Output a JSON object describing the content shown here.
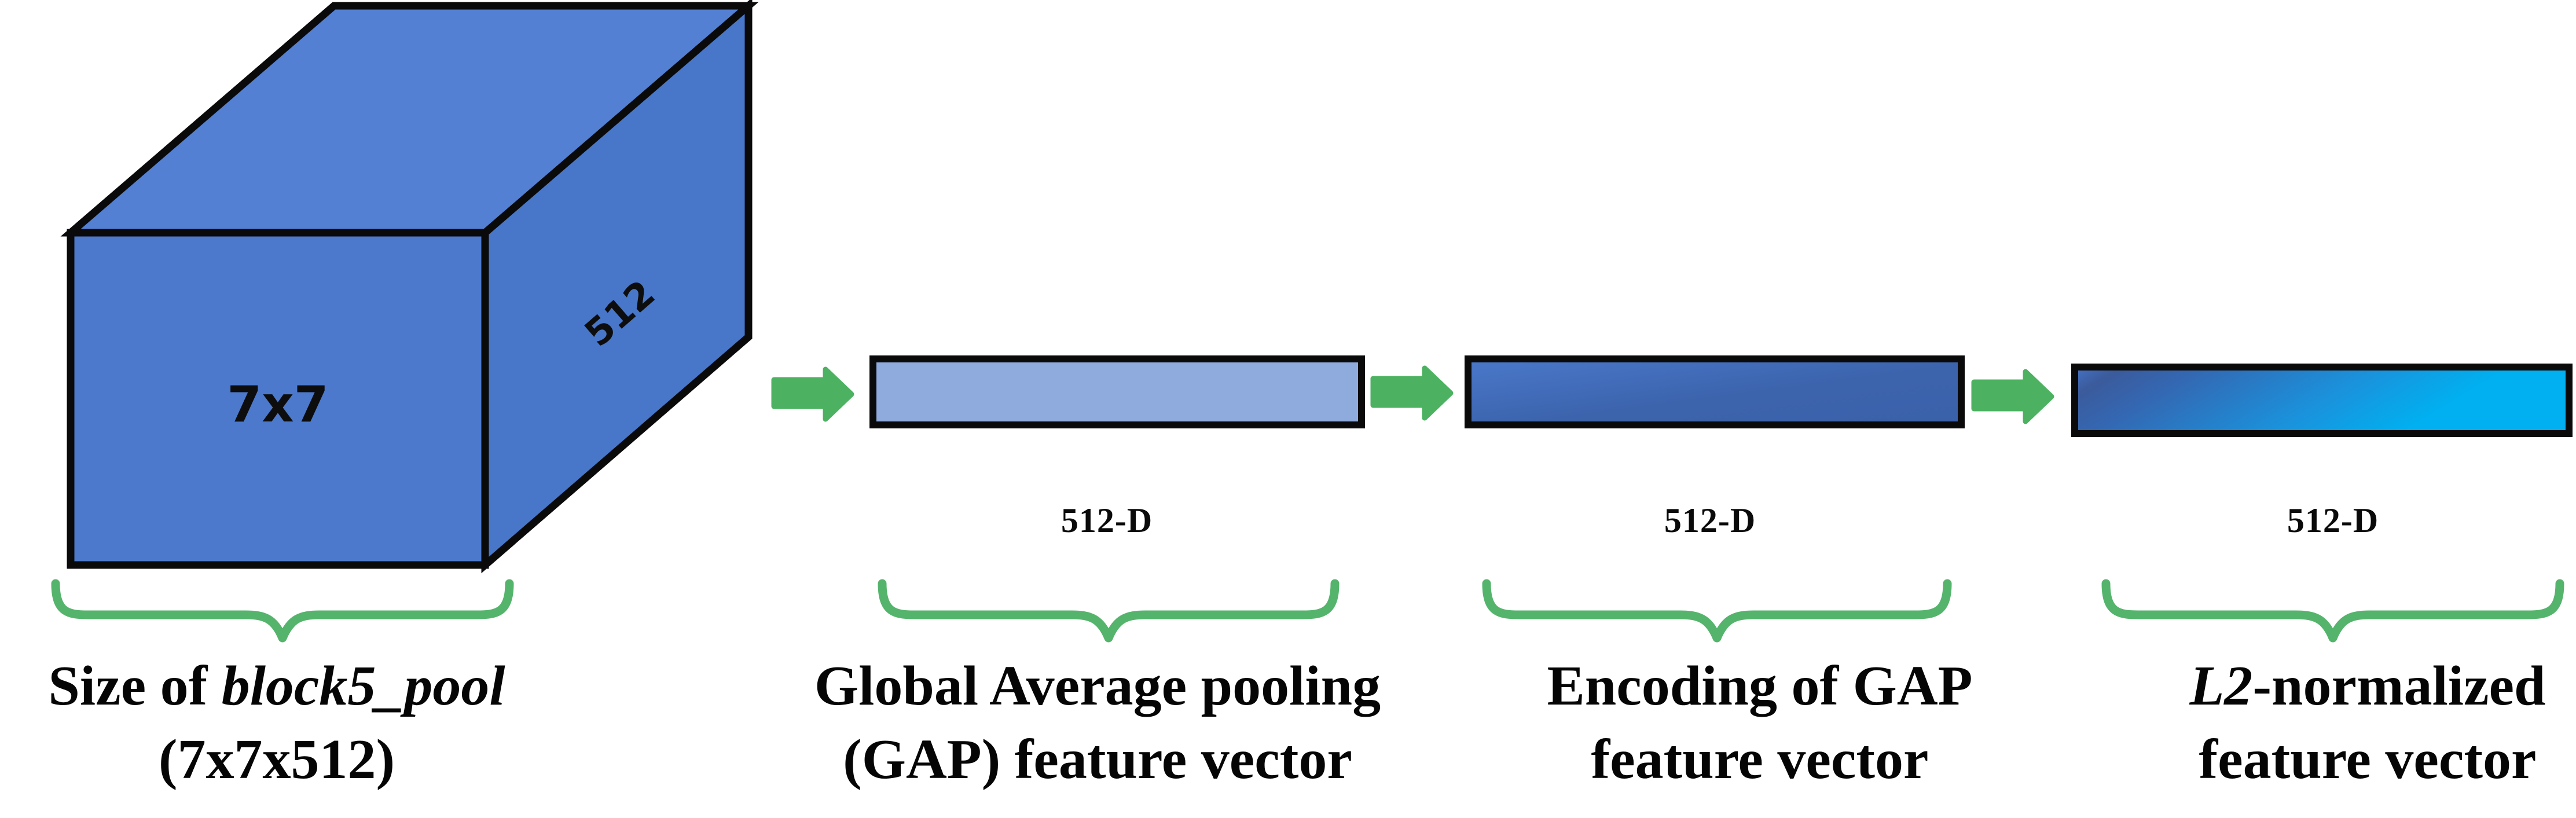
{
  "figure": {
    "cube": {
      "face_label": "7x7",
      "depth_label": "512",
      "caption_prefix": "Size of ",
      "caption_italic": "block5_pool",
      "caption_line2": "(7x7x512)"
    },
    "vectors": [
      {
        "dim": "512-D",
        "caption_line1": "Global Average pooling",
        "caption_line2": "(GAP) feature vector"
      },
      {
        "dim": "512-D",
        "caption_line1": "Encoding of GAP",
        "caption_line2": "feature vector"
      },
      {
        "dim": "512-D",
        "caption_line1_italic": "L2",
        "caption_line1_rest": "-normalized",
        "caption_line2": "feature vector"
      }
    ],
    "colors": {
      "cube_blue": "#4C79CB",
      "gap_vector_fill": "#8FAADC",
      "encoded_vector_gradient_start": "#4A78CA",
      "encoded_vector_gradient_end": "#3A61AA",
      "l2_vector_gradient_start": "#4573C7",
      "l2_vector_dark_band": "#3B5B9C",
      "l2_vector_gradient_end": "#00B0F0",
      "arrow_green": "#4CB261",
      "brace_green": "#55B46C",
      "outline_black": "#0A0A0A"
    }
  }
}
